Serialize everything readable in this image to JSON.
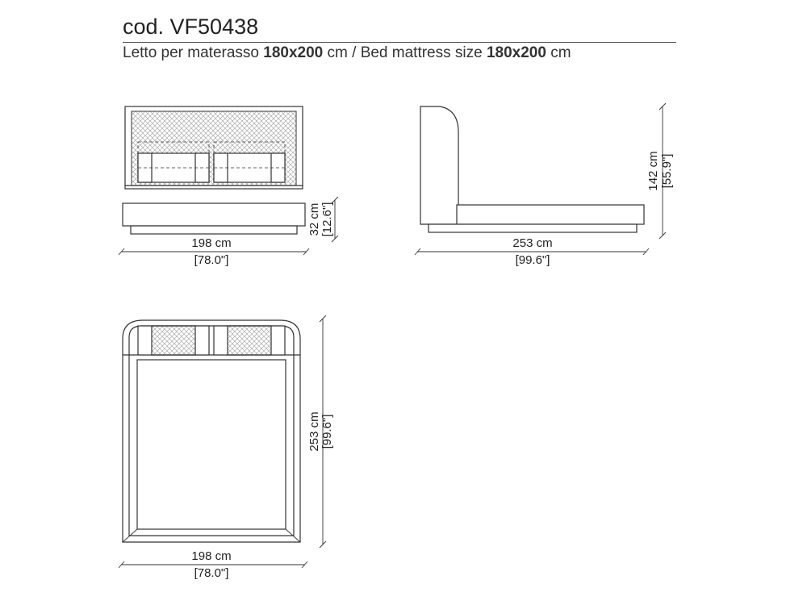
{
  "header": {
    "code": "cod. VF50438",
    "subtitle": {
      "it_label": "Letto per materasso",
      "it_size": "180x200",
      "it_unit": "cm",
      "separator": "/",
      "en_label": "Bed mattress size",
      "en_size": "180x200",
      "en_unit": "cm"
    }
  },
  "front_view": {
    "width_cm": "198 cm",
    "width_in": "[78.0\"]",
    "base_height_cm": "32 cm",
    "base_height_in": "[12.6\"]"
  },
  "side_view": {
    "length_cm": "253 cm",
    "length_in": "[99.6\"]",
    "height_cm": "142 cm",
    "height_in": "[55.9\"]"
  },
  "top_view": {
    "width_cm": "198 cm",
    "width_in": "[78.0\"]",
    "length_cm": "253 cm",
    "length_in": "[99.6\"]"
  }
}
